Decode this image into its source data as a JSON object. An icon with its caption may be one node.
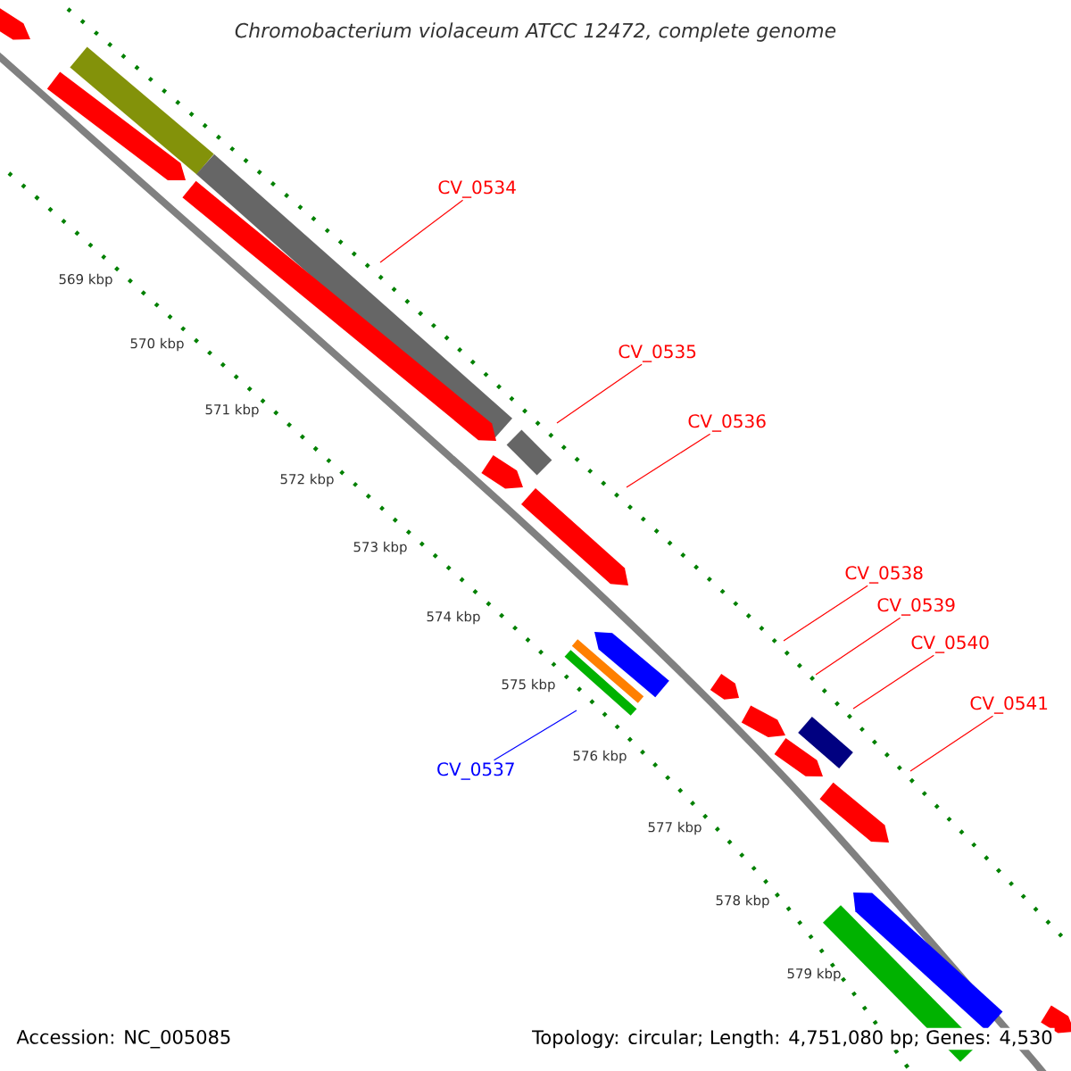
{
  "diagram": {
    "title": "Chromobacterium violaceum ATCC 12472, complete genome",
    "nodes": [
      {
        "text": [
          "CV_0534"
        ]
      },
      {
        "text": [
          "CV_0535"
        ]
      },
      {
        "text": [
          "CV_0536"
        ]
      },
      {
        "text": [
          "CV_0537"
        ]
      },
      {
        "text": [
          "CV_0538"
        ]
      },
      {
        "text": [
          "CV_0539"
        ]
      },
      {
        "text": [
          "CV_0540"
        ]
      },
      {
        "text": [
          "CV_0541"
        ]
      }
    ],
    "edges": [
      {
        "from": 0,
        "to": null,
        "arrow": "none"
      },
      {
        "from": 1,
        "to": null,
        "arrow": "none"
      },
      {
        "from": 2,
        "to": null,
        "arrow": "none"
      },
      {
        "from": 3,
        "to": null,
        "arrow": "none",
        "color": "#0000ff"
      },
      {
        "from": 4,
        "to": null,
        "arrow": "none"
      },
      {
        "from": 5,
        "to": null,
        "arrow": "none"
      },
      {
        "from": 6,
        "to": null,
        "arrow": "none"
      },
      {
        "from": 7,
        "to": null,
        "arrow": "none"
      }
    ],
    "labels": [
      "569 kbp",
      "570 kbp",
      "571 kbp",
      "572 kbp",
      "573 kbp",
      "574 kbp",
      "575 kbp",
      "576 kbp",
      "577 kbp",
      "578 kbp",
      "579 kbp",
      "Accession: NC_005085",
      "Topology: circular; Length: 4,751,080 bp; Genes: 4,530"
    ]
  }
}
